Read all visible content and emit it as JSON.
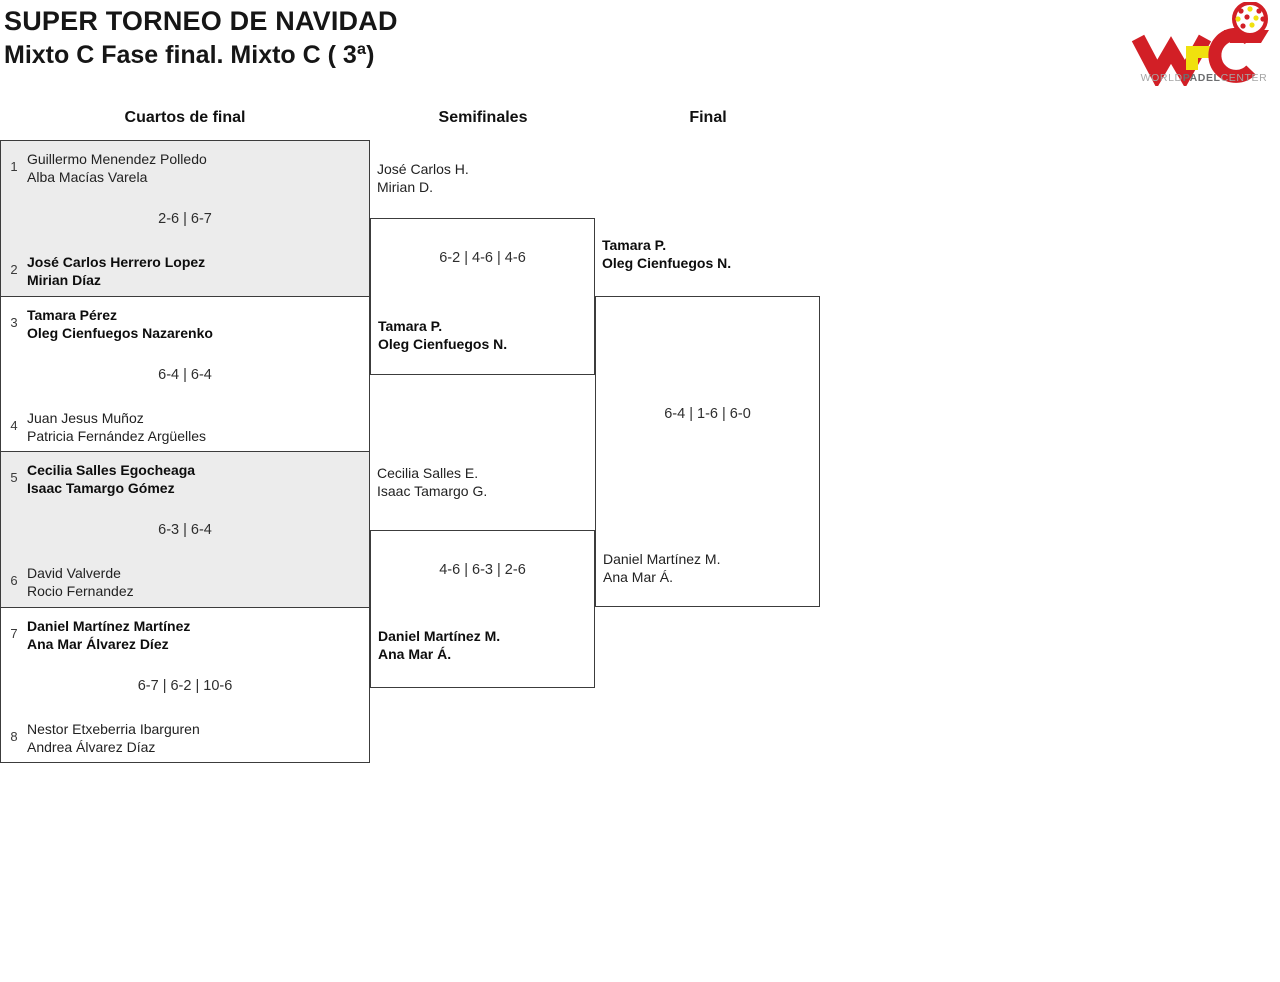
{
  "header": {
    "title": "SUPER TORNEO DE NAVIDAD",
    "subtitle": "Mixto C Fase final. Mixto C ( 3ª)"
  },
  "logo": {
    "word1": "WORLD",
    "word2": "PADEL",
    "word3": "CENTER",
    "red": "#d21f26",
    "yellow": "#f0e10e",
    "gray": "#a6a6a6"
  },
  "columns": {
    "quarterfinals": "Cuartos de final",
    "semifinals": "Semifinales",
    "final": "Final"
  },
  "quarterfinals": [
    {
      "seed_top": "1",
      "top1": "Guillermo Menendez Polledo",
      "top2": "Alba Macías Varela",
      "score": "2-6 | 6-7",
      "seed_bottom": "2",
      "bottom1": "José Carlos Herrero Lopez",
      "bottom2": "Mirian Díaz"
    },
    {
      "seed_top": "3",
      "top1": "Tamara Pérez",
      "top2": "Oleg Cienfuegos Nazarenko",
      "score": "6-4 | 6-4",
      "seed_bottom": "4",
      "bottom1": "Juan Jesus Muñoz",
      "bottom2": "Patricia Fernández Argüelles"
    },
    {
      "seed_top": "5",
      "top1": "Cecilia Salles Egocheaga",
      "top2": "Isaac Tamargo Gómez",
      "score": "6-3 | 6-4",
      "seed_bottom": "6",
      "bottom1": "David Valverde",
      "bottom2": "Rocio Fernandez"
    },
    {
      "seed_top": "7",
      "top1": "Daniel Martínez Martínez",
      "top2": "Ana Mar Álvarez Díez",
      "score": "6-7 | 6-2 | 10-6",
      "seed_bottom": "8",
      "bottom1": "Nestor Etxeberria Ibarguren",
      "bottom2": "Andrea Álvarez Díaz"
    }
  ],
  "semifinals": [
    {
      "top1": "José Carlos H.",
      "top2": "Mirian D.",
      "score": "6-2 | 4-6 | 4-6",
      "bottom1": "Tamara P.",
      "bottom2": "Oleg Cienfuegos N."
    },
    {
      "top1": "Cecilia Salles E.",
      "top2": "Isaac Tamargo G.",
      "score": "4-6 | 6-3 | 2-6",
      "bottom1": "Daniel Martínez M.",
      "bottom2": "Ana Mar Á."
    }
  ],
  "final": {
    "top1": "Tamara P.",
    "top2": "Oleg Cienfuegos N.",
    "score": "6-4 | 1-6 | 6-0",
    "bottom1": "Daniel Martínez M.",
    "bottom2": "Ana Mar Á."
  }
}
